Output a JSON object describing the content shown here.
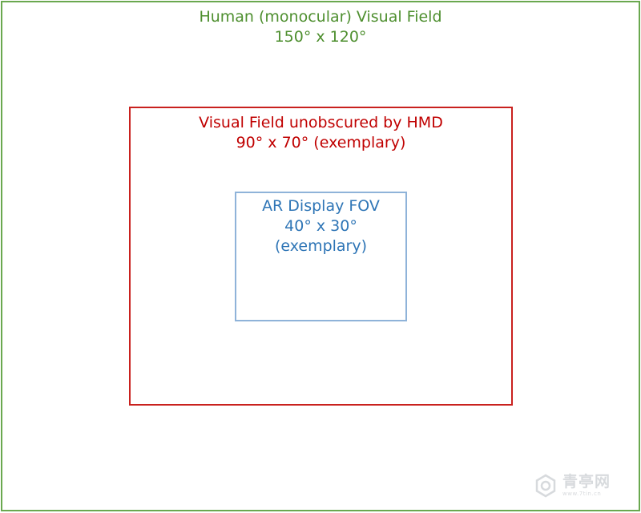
{
  "fields": {
    "human": {
      "title": "Human (monocular) Visual Field",
      "size": "150° x 120°",
      "color": "#4e8f2f",
      "border_color": "#6aa84f"
    },
    "hmd": {
      "title": "Visual Field unobscured by HMD",
      "size": "90° x 70° (exemplary)",
      "color": "#c00000",
      "border_color": "#c9211e"
    },
    "ar_display": {
      "title": "AR Display FOV",
      "size": "40° x 30°",
      "note": "(exemplary)",
      "color": "#2e75b6",
      "border_color": "#8fb3d9"
    }
  },
  "watermark": {
    "name": "青亭网",
    "url": "www.7tin.cn",
    "icon": "hexagon-logo-icon"
  }
}
